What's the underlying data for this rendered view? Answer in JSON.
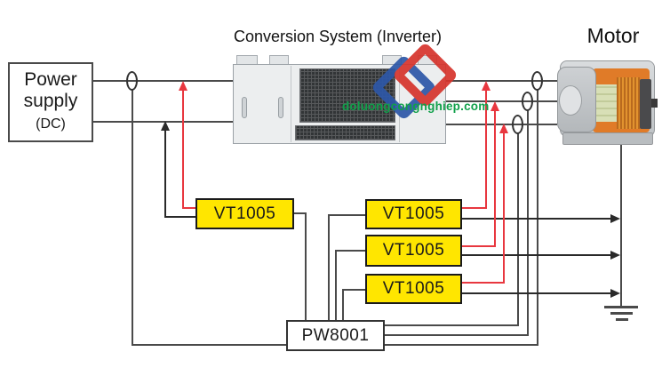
{
  "diagram": {
    "title_inverter": "Conversion System (Inverter)",
    "title_motor": "Motor",
    "power_supply": {
      "line1": "Power",
      "line2": "supply",
      "line3": "(DC)"
    },
    "vt_boxes": [
      {
        "label": "VT1005"
      },
      {
        "label": "VT1005"
      },
      {
        "label": "VT1005"
      },
      {
        "label": "VT1005"
      }
    ],
    "analyzer_label": "PW8001",
    "watermark_text": "doluongcongnghiep.com",
    "colors": {
      "probe_red": "#e8373f",
      "device_yellow": "#ffe600",
      "watermark_green": "#10a04a",
      "wire_gray": "#4a4a4a"
    }
  }
}
